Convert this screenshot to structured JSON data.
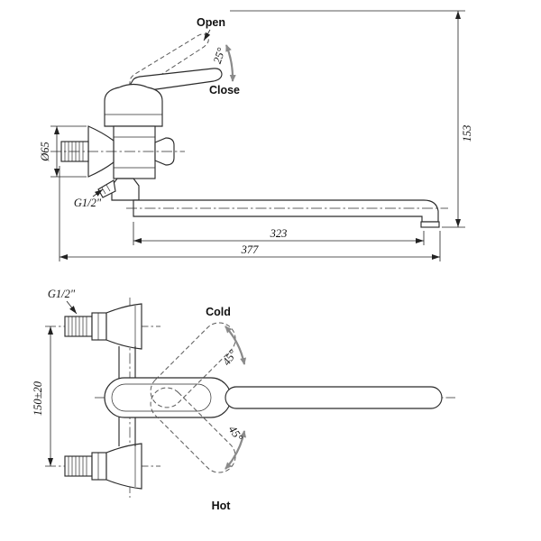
{
  "drawing": {
    "type": "faucet-installation-technical-drawing",
    "top_view": {
      "open": "Open",
      "close": "Close",
      "handle_angle": "25°",
      "flange_diameter": "Ø65",
      "thread": "G1/2\"",
      "height": "153",
      "spout_length": "323",
      "overall_length": "377"
    },
    "front_view": {
      "thread": "G1/2\"",
      "cold": "Cold",
      "hot": "Hot",
      "swing_up": "45°",
      "swing_down": "45°",
      "mount_centers": "150±20"
    }
  }
}
